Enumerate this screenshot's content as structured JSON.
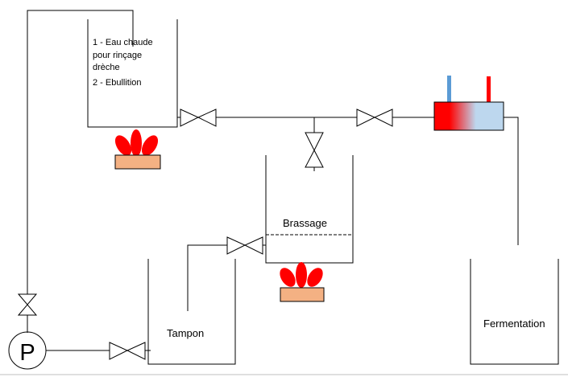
{
  "tanks": {
    "hot_water": {
      "lines": [
        "1 - Eau chaude",
        "pour rinçage",
        "drèche"
      ],
      "mode2": "2 - Ebullition"
    },
    "mash": {
      "label": "Brassage"
    },
    "buffer": {
      "label": "Tampon"
    },
    "fermentation": {
      "label": "Fermentation"
    }
  },
  "pump": {
    "label": "P"
  },
  "colors": {
    "flame": "#ff0000",
    "burner_base": "#f4b183",
    "cold_pipe": "#5b9bd5",
    "hot_pipe": "#ff0000",
    "exchanger_hot": "#ff0000",
    "exchanger_cold": "#bdd7ee"
  },
  "icons": [
    "flame-icon",
    "valve-icon",
    "pump-icon",
    "heat-exchanger-icon"
  ]
}
